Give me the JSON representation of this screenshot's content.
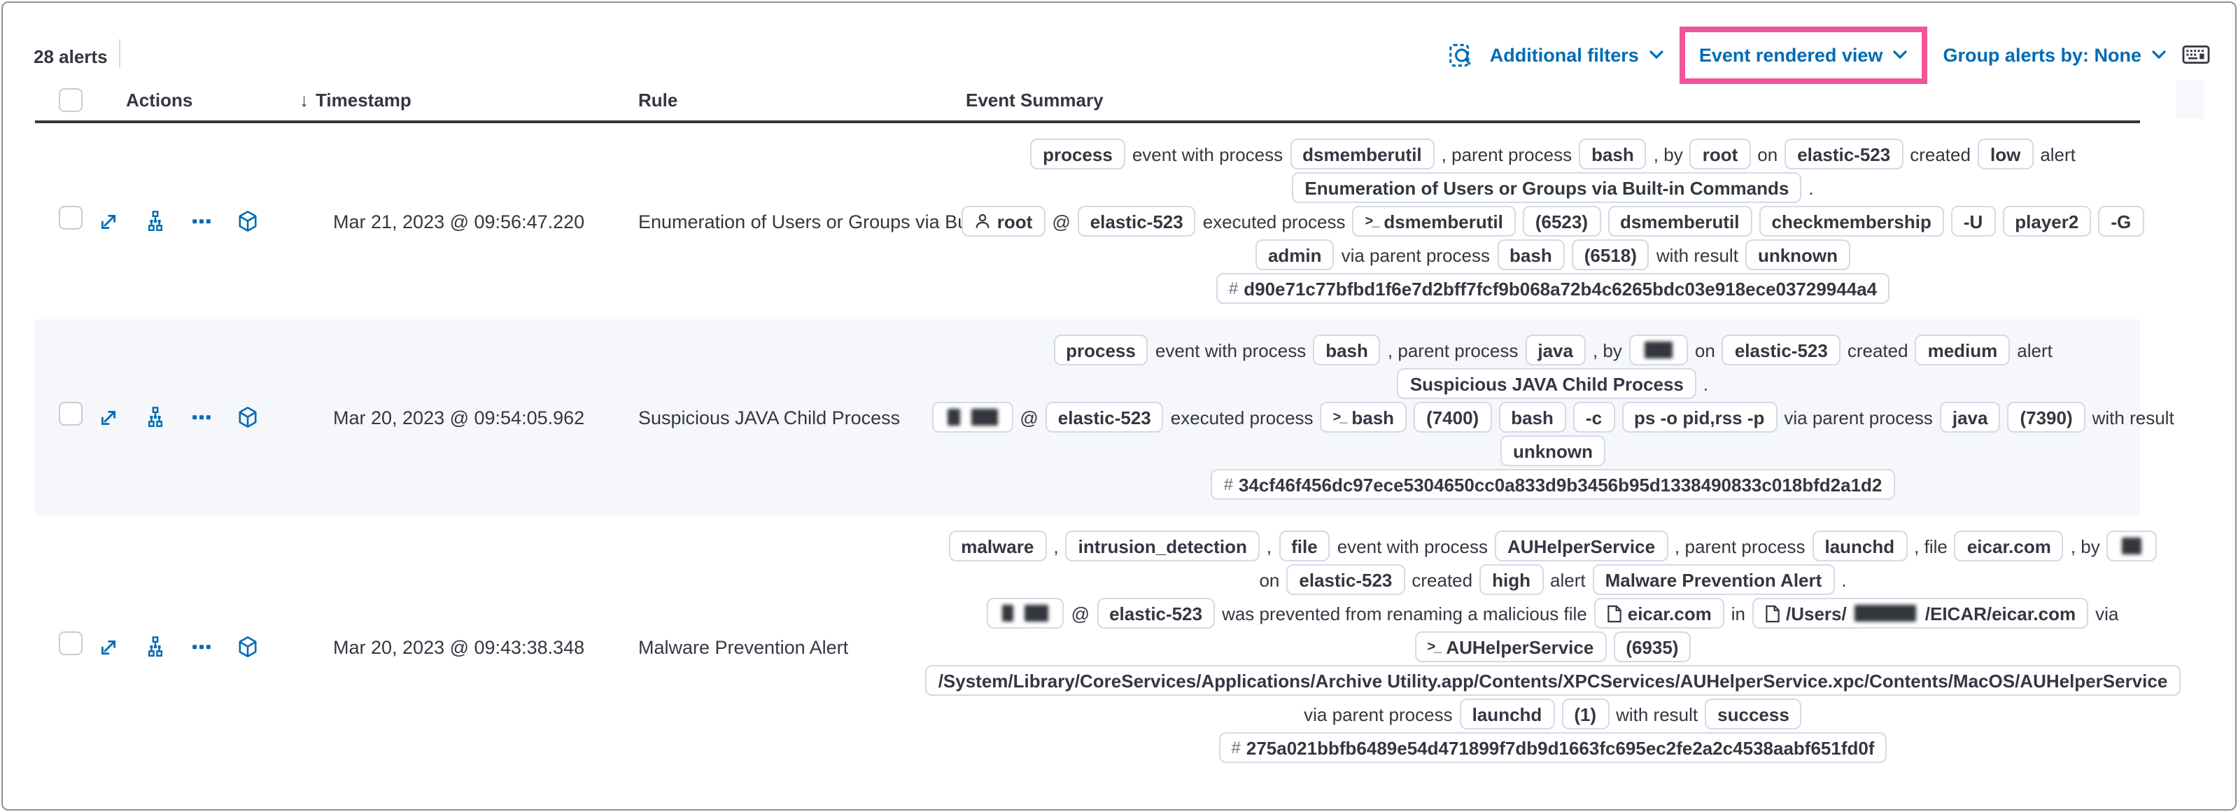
{
  "toolbar": {
    "alert_count": "28 alerts",
    "additional_filters_label": "Additional filters",
    "view_selector_label": "Event rendered view",
    "group_alerts_label": "Group alerts by: None"
  },
  "colors": {
    "accent_blue": "#006bb4",
    "highlight_pink": "#f0549b",
    "text": "#343741",
    "badge_border": "#d3dae6",
    "zebra_row": "#f5f7fa"
  },
  "icons": [
    "inspect-icon",
    "chevron-down-icon",
    "keyboard-shortcuts-icon",
    "sort-descending-icon",
    "expand-alert-icon",
    "analyze-event-icon",
    "more-actions-icon",
    "session-view-icon",
    "user-icon",
    "terminal-icon",
    "file-icon",
    "hash-icon"
  ],
  "table": {
    "sort_icon": "↓",
    "columns": [
      "Actions",
      "Timestamp",
      "Rule",
      "Event Summary"
    ],
    "action_icons": [
      "expand-alert-icon",
      "analyze-event-icon",
      "more-actions-icon",
      "session-view-icon"
    ],
    "rows": [
      {
        "timestamp": "Mar 21, 2023 @ 09:56:47.220",
        "rule": "Enumeration of Users or Groups via Built-in Commands",
        "summary": [
          [
            {
              "b": 1,
              "v": "process"
            },
            {
              "v": "event with process"
            },
            {
              "b": 1,
              "v": "dsmemberutil"
            },
            {
              "v": ", parent process"
            },
            {
              "b": 1,
              "v": "bash"
            },
            {
              "v": ", by"
            },
            {
              "b": 1,
              "v": "root"
            },
            {
              "v": "on"
            },
            {
              "b": 1,
              "v": "elastic-523"
            },
            {
              "v": "created"
            },
            {
              "b": 1,
              "v": "low"
            },
            {
              "v": "alert"
            }
          ],
          [
            {
              "b": 1,
              "v": "Enumeration of Users or Groups via Built-in Commands"
            },
            {
              "v": "."
            }
          ],
          [
            {
              "b": 1,
              "icon": "user-icon",
              "v": "root"
            },
            {
              "v": "@"
            },
            {
              "b": 1,
              "v": "elastic-523"
            },
            {
              "v": "executed process"
            },
            {
              "b": 1,
              "icon": "terminal-icon",
              "v": "dsmemberutil"
            },
            {
              "b": 1,
              "v": "(6523)"
            },
            {
              "b": 1,
              "v": "dsmemberutil"
            },
            {
              "b": 1,
              "v": "checkmembership"
            },
            {
              "b": 1,
              "v": "-U"
            },
            {
              "b": 1,
              "v": "player2"
            },
            {
              "b": 1,
              "v": "-G"
            }
          ],
          [
            {
              "b": 1,
              "v": "admin"
            },
            {
              "v": "via parent process"
            },
            {
              "b": 1,
              "v": "bash"
            },
            {
              "b": 1,
              "v": "(6518)"
            },
            {
              "v": "with result"
            },
            {
              "b": 1,
              "v": "unknown"
            }
          ],
          [
            {
              "b": 1,
              "icon": "hash-icon",
              "v": "d90e71c77bfbd1f6e7d2bff7fcf9b068a72b4c6265bdc03e918ece03729944a4"
            }
          ]
        ]
      },
      {
        "timestamp": "Mar 20, 2023 @ 09:54:05.962",
        "rule": "Suspicious JAVA Child Process",
        "summary": [
          [
            {
              "b": 1,
              "v": "process"
            },
            {
              "v": "event with process"
            },
            {
              "b": 1,
              "v": "bash"
            },
            {
              "v": ", parent process"
            },
            {
              "b": 1,
              "v": "java"
            },
            {
              "v": ", by"
            },
            {
              "b": 1,
              "v": [
                {
                  "r": 20
                }
              ]
            },
            {
              "v": "on"
            },
            {
              "b": 1,
              "v": "elastic-523"
            },
            {
              "v": "created"
            },
            {
              "b": 1,
              "v": "medium"
            },
            {
              "v": "alert"
            }
          ],
          [
            {
              "b": 1,
              "v": "Suspicious JAVA Child Process"
            },
            {
              "v": "."
            }
          ],
          [
            {
              "b": 1,
              "v": [
                {
                  "r": 9
                },
                {
                  "r": 19
                }
              ]
            },
            {
              "v": "@"
            },
            {
              "b": 1,
              "v": "elastic-523"
            },
            {
              "v": "executed process"
            },
            {
              "b": 1,
              "icon": "terminal-icon",
              "v": "bash"
            },
            {
              "b": 1,
              "v": "(7400)"
            },
            {
              "b": 1,
              "v": "bash"
            },
            {
              "b": 1,
              "v": "-c"
            },
            {
              "b": 1,
              "v": "ps -o pid,rss -p"
            },
            {
              "v": "via parent process"
            },
            {
              "b": 1,
              "v": "java"
            },
            {
              "b": 1,
              "v": "(7390)"
            },
            {
              "v": "with result"
            }
          ],
          [
            {
              "b": 1,
              "v": "unknown"
            }
          ],
          [
            {
              "b": 1,
              "icon": "hash-icon",
              "v": "34cf46f456dc97ece5304650cc0a833d9b3456b95d1338490833c018bfd2a1d2"
            }
          ]
        ]
      },
      {
        "timestamp": "Mar 20, 2023 @ 09:43:38.348",
        "rule": "Malware Prevention Alert",
        "summary": [
          [
            {
              "b": 1,
              "v": "malware"
            },
            {
              "v": ","
            },
            {
              "b": 1,
              "v": "intrusion_detection"
            },
            {
              "v": ","
            },
            {
              "b": 1,
              "v": "file"
            },
            {
              "v": "event with process"
            },
            {
              "b": 1,
              "v": "AUHelperService"
            },
            {
              "v": ", parent process"
            },
            {
              "b": 1,
              "v": "launchd"
            },
            {
              "v": ", file"
            },
            {
              "b": 1,
              "v": "eicar.com"
            },
            {
              "v": ", by"
            },
            {
              "b": 1,
              "v": [
                {
                  "r": 14
                }
              ]
            }
          ],
          [
            {
              "v": "on"
            },
            {
              "b": 1,
              "v": "elastic-523"
            },
            {
              "v": "created"
            },
            {
              "b": 1,
              "v": "high"
            },
            {
              "v": "alert"
            },
            {
              "b": 1,
              "v": "Malware Prevention Alert"
            },
            {
              "v": "."
            }
          ],
          [
            {
              "b": 1,
              "v": [
                {
                  "r": 8
                },
                {
                  "r": 17
                }
              ]
            },
            {
              "v": "@"
            },
            {
              "b": 1,
              "v": "elastic-523"
            },
            {
              "v": "was prevented from renaming a malicious file"
            },
            {
              "b": 1,
              "icon": "file-icon",
              "v": "eicar.com"
            },
            {
              "v": "in"
            },
            {
              "b": 1,
              "icon": "file-icon",
              "v": [
                "/Users/",
                {
                  "r": 44
                },
                "/EICAR/eicar.com"
              ]
            },
            {
              "v": "via"
            }
          ],
          [
            {
              "b": 1,
              "icon": "terminal-icon",
              "v": "AUHelperService"
            },
            {
              "b": 1,
              "v": "(6935)"
            }
          ],
          [
            {
              "b": 1,
              "v": "/System/Library/CoreServices/Applications/Archive Utility.app/Contents/XPCServices/AUHelperService.xpc/Contents/MacOS/AUHelperService"
            }
          ],
          [
            {
              "v": "via parent process"
            },
            {
              "b": 1,
              "v": "launchd"
            },
            {
              "b": 1,
              "v": "(1)"
            },
            {
              "v": "with result"
            },
            {
              "b": 1,
              "v": "success"
            }
          ],
          [
            {
              "b": 1,
              "icon": "hash-icon",
              "v": "275a021bbfb6489e54d471899f7db9d1663fc695ec2fe2a2c4538aabf651fd0f"
            }
          ]
        ]
      }
    ]
  }
}
